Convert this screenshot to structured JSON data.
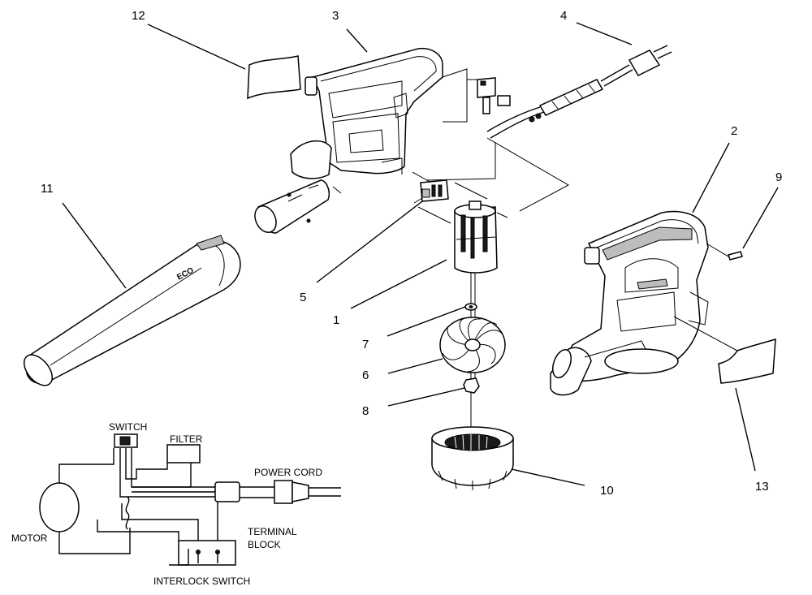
{
  "callouts": {
    "c1": "1",
    "c2": "2",
    "c3": "3",
    "c4": "4",
    "c5": "5",
    "c6": "6",
    "c7": "7",
    "c8": "8",
    "c9": "9",
    "c10": "10",
    "c11": "11",
    "c12": "12",
    "c13": "13"
  },
  "wiring": {
    "switch": "SWITCH",
    "filter": "FILTER",
    "power_cord": "POWER CORD",
    "motor": "MOTOR",
    "terminal_block_1": "TERMINAL",
    "terminal_block_2": "BLOCK",
    "interlock_switch": "INTERLOCK SWITCH"
  }
}
